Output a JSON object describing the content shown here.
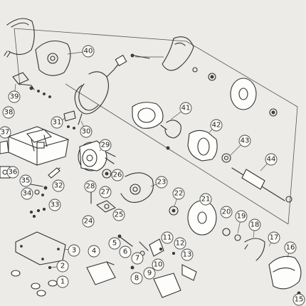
{
  "labels": {
    "p1": "1",
    "p2": "2",
    "p3": "3",
    "p4": "4",
    "p5": "5",
    "p6": "6",
    "p7": "7",
    "p8": "8",
    "p9": "9",
    "p10": "10",
    "p11": "11",
    "p12": "12",
    "p13": "13",
    "p15": "15",
    "p16": "16",
    "p17": "17",
    "p18": "18",
    "p19": "19",
    "p20": "20",
    "p21": "21",
    "p22": "22",
    "p23": "23",
    "p24": "24",
    "p25": "25",
    "p26": "26",
    "p27": "27",
    "p28": "28",
    "p29": "29",
    "p30": "30",
    "p31": "31",
    "p32": "32",
    "p33": "33",
    "p34": "34",
    "p35": "35",
    "p36": "36",
    "p37": "37",
    "p38": "38",
    "p39": "39",
    "p40": "40",
    "p41": "41",
    "p42": "42",
    "p43": "43",
    "p44": "44"
  }
}
